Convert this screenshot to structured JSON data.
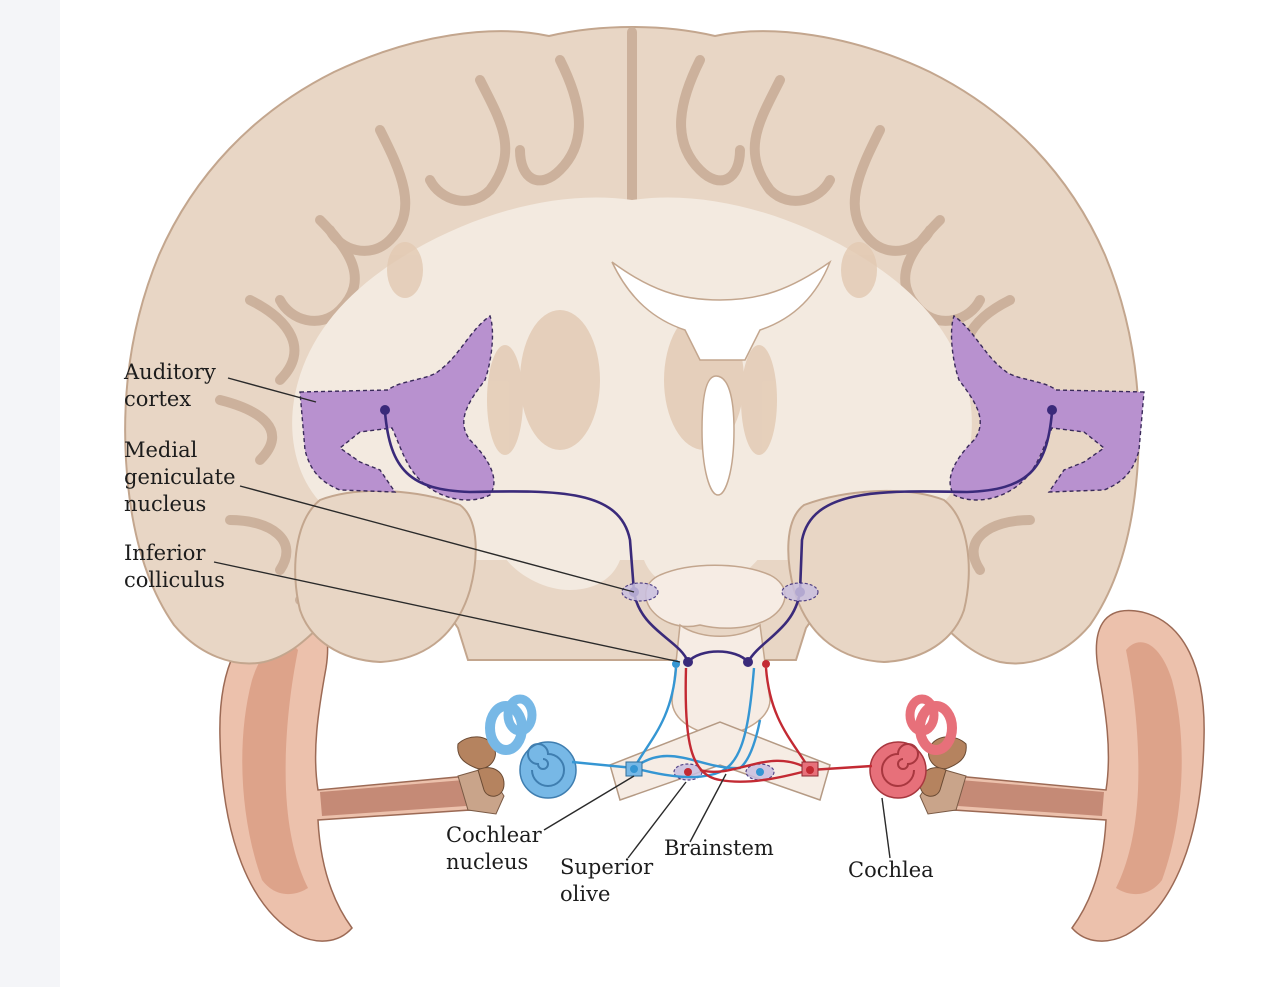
{
  "colors": {
    "brain_fill": "#e6d3c2",
    "brain_edge": "#c6ab95",
    "white_matter": "#f4ebe2",
    "ventricle": "#ffffff",
    "auditory_cortex": "#b78ecb",
    "mgn_pathway": "#3a2a7a",
    "left_pathway": "#3596d3",
    "right_pathway": "#c32a33",
    "left_cochlea": "#77b8e6",
    "right_cochlea": "#e7707a",
    "ear_skin": "#ecc1ac",
    "ear_inner": "#d7967c"
  },
  "labels": {
    "auditory_cortex": [
      "Auditory",
      "cortex"
    ],
    "medial_geniculate": [
      "Medial",
      "geniculate",
      "nucleus"
    ],
    "inferior_colliculus": [
      "Inferior",
      "colliculus"
    ],
    "cochlear_nucleus": [
      "Cochlear",
      "nucleus"
    ],
    "superior_olive": [
      "Superior",
      "olive"
    ],
    "brainstem": "Brainstem",
    "cochlea": "Cochlea"
  }
}
